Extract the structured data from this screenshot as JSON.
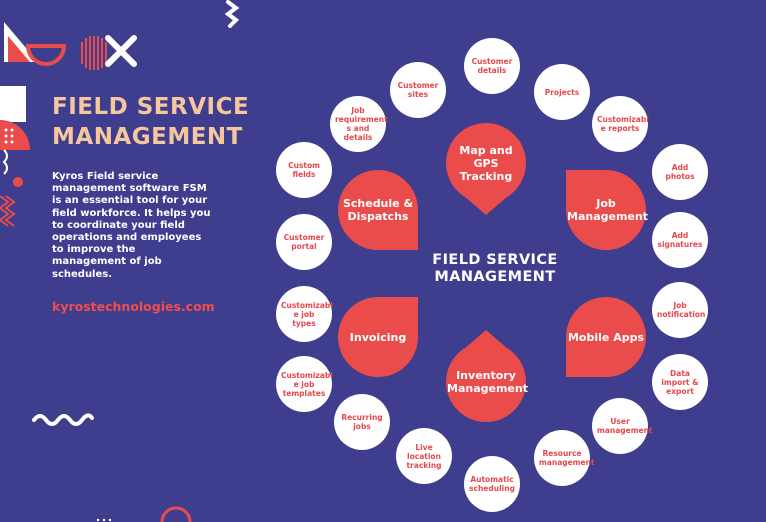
{
  "colors": {
    "background": "#3f3d8e",
    "accent_red": "#ea4c4c",
    "title_peach": "#f6c79d",
    "bubble_white": "#ffffff"
  },
  "heading": {
    "line1": "FIELD SERVICE",
    "line2": "MANAGEMENT"
  },
  "description": "Kyros Field service management software FSM is an essential tool for your field workforce. It helps you to coordinate your field operations and employees to improve the management of job schedules.",
  "website": "kyrostechnologies.com",
  "diagram": {
    "center_line1": "FIELD SERVICE",
    "center_line2": "MANAGEMENT",
    "petals": [
      {
        "label": "Map and GPS Tracking"
      },
      {
        "label": "Job Management"
      },
      {
        "label": "Mobile Apps"
      },
      {
        "label": "Inventory Management"
      },
      {
        "label": "Invoicing"
      },
      {
        "label": "Schedule & Dispatchs"
      }
    ],
    "features": [
      {
        "label": "Customer details"
      },
      {
        "label": "Projects"
      },
      {
        "label": "Customizabl e reports"
      },
      {
        "label": "Add photos"
      },
      {
        "label": "Add signatures"
      },
      {
        "label": "Job notification"
      },
      {
        "label": "Data import & export"
      },
      {
        "label": "User management"
      },
      {
        "label": "Resource management"
      },
      {
        "label": "Automatic scheduling"
      },
      {
        "label": "Live location tracking"
      },
      {
        "label": "Recurring jobs"
      },
      {
        "label": "Customizabl e job templates"
      },
      {
        "label": "Customizabl e job types"
      },
      {
        "label": "Customer portal"
      },
      {
        "label": "Custom fields"
      },
      {
        "label": "Job requirement s and details"
      },
      {
        "label": "Customer sites"
      }
    ]
  }
}
